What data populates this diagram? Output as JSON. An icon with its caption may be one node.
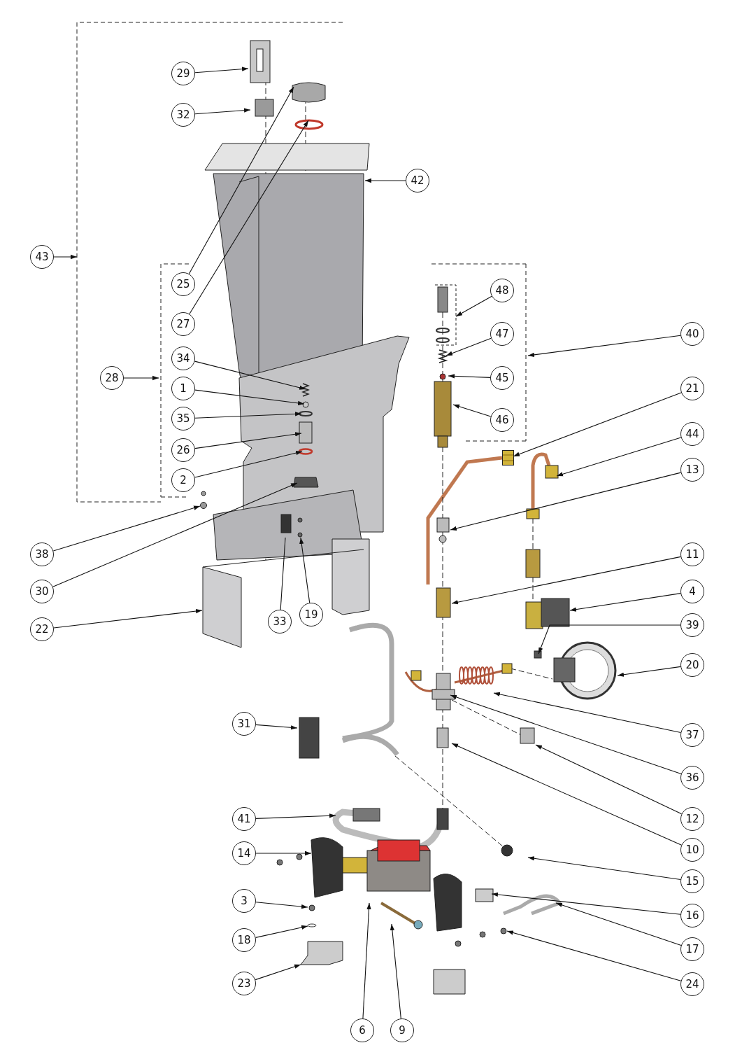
{
  "diagram": {
    "nodes": [
      {
        "text": [
          "29"
        ]
      },
      {
        "text": [
          "32"
        ]
      },
      {
        "text": [
          "42"
        ]
      },
      {
        "text": [
          "43"
        ]
      },
      {
        "text": [
          "25"
        ]
      },
      {
        "text": [
          "48"
        ]
      },
      {
        "text": [
          "27"
        ]
      },
      {
        "text": [
          "47"
        ]
      },
      {
        "text": [
          "40"
        ]
      },
      {
        "text": [
          "34"
        ]
      },
      {
        "text": [
          "28"
        ]
      },
      {
        "text": [
          "45"
        ]
      },
      {
        "text": [
          "1"
        ]
      },
      {
        "text": [
          "21"
        ]
      },
      {
        "text": [
          "35"
        ]
      },
      {
        "text": [
          "46"
        ]
      },
      {
        "text": [
          "44"
        ]
      },
      {
        "text": [
          "26"
        ]
      },
      {
        "text": [
          "13"
        ]
      },
      {
        "text": [
          "2"
        ]
      },
      {
        "text": [
          "38"
        ]
      },
      {
        "text": [
          "11"
        ]
      },
      {
        "text": [
          "30"
        ]
      },
      {
        "text": [
          "4"
        ]
      },
      {
        "text": [
          "19"
        ]
      },
      {
        "text": [
          "33"
        ]
      },
      {
        "text": [
          "39"
        ]
      },
      {
        "text": [
          "22"
        ]
      },
      {
        "text": [
          "20"
        ]
      },
      {
        "text": [
          "31"
        ]
      },
      {
        "text": [
          "37"
        ]
      },
      {
        "text": [
          "36"
        ]
      },
      {
        "text": [
          "41"
        ]
      },
      {
        "text": [
          "12"
        ]
      },
      {
        "text": [
          "10"
        ]
      },
      {
        "text": [
          "14"
        ]
      },
      {
        "text": [
          "15"
        ]
      },
      {
        "text": [
          "3"
        ]
      },
      {
        "text": [
          "16"
        ]
      },
      {
        "text": [
          "18"
        ]
      },
      {
        "text": [
          "17"
        ]
      },
      {
        "text": [
          "23"
        ]
      },
      {
        "text": [
          "24"
        ]
      },
      {
        "text": [
          "6"
        ]
      },
      {
        "text": [
          "9"
        ]
      },
      {
        "text": [],
        "shape": "circle"
      },
      {
        "text": [],
        "shape": "picture"
      },
      {
        "text": [],
        "shape": "bracket"
      },
      {
        "text": [],
        "shape": "bracket"
      }
    ],
    "edges": [
      {
        "from": 0,
        "to": null,
        "arrow": "to"
      },
      {
        "from": 1,
        "to": null,
        "arrow": "to"
      },
      {
        "from": 2,
        "to": null,
        "arrow": "to"
      },
      {
        "from": 3,
        "to": null,
        "arrow": "to"
      },
      {
        "from": 4,
        "to": null,
        "arrow": "to"
      },
      {
        "from": 5,
        "to": null,
        "arrow": "to"
      },
      {
        "from": 6,
        "to": null,
        "arrow": "to"
      },
      {
        "from": 7,
        "to": null,
        "arrow": "to"
      },
      {
        "from": 8,
        "to": 48,
        "arrow": "to"
      },
      {
        "from": 9,
        "to": null,
        "arrow": "to"
      },
      {
        "from": 10,
        "to": 47,
        "arrow": "to"
      },
      {
        "from": 11,
        "to": null,
        "arrow": "to"
      },
      {
        "from": 12,
        "to": null,
        "arrow": "to"
      },
      {
        "from": 13,
        "to": 46,
        "arrow": "to"
      },
      {
        "from": 14,
        "to": null,
        "arrow": "to"
      },
      {
        "from": 15,
        "to": null,
        "arrow": "to"
      },
      {
        "from": 16,
        "to": null,
        "arrow": "to"
      },
      {
        "from": 17,
        "to": null,
        "arrow": "to"
      },
      {
        "from": 18,
        "to": null,
        "arrow": "to"
      },
      {
        "from": 19,
        "to": null,
        "arrow": "to"
      },
      {
        "from": 20,
        "to": 45,
        "arrow": "to"
      },
      {
        "from": 21,
        "to": null,
        "arrow": "to"
      },
      {
        "from": 22,
        "to": null,
        "arrow": "to"
      },
      {
        "from": 23,
        "to": null,
        "arrow": "to"
      },
      {
        "from": 24,
        "to": null,
        "arrow": "to"
      },
      {
        "from": 25,
        "to": null,
        "arrow": "none"
      },
      {
        "from": 26,
        "to": null,
        "arrow": "to"
      },
      {
        "from": 27,
        "to": null,
        "arrow": "to"
      },
      {
        "from": 28,
        "to": null,
        "arrow": "to"
      },
      {
        "from": 29,
        "to": null,
        "arrow": "to"
      },
      {
        "from": 30,
        "to": null,
        "arrow": "to"
      },
      {
        "from": 31,
        "to": null,
        "arrow": "to"
      },
      {
        "from": 32,
        "to": null,
        "arrow": "to"
      },
      {
        "from": 33,
        "to": null,
        "arrow": "to"
      },
      {
        "from": 34,
        "to": null,
        "arrow": "to"
      },
      {
        "from": 35,
        "to": null,
        "arrow": "to"
      },
      {
        "from": 36,
        "to": null,
        "arrow": "to"
      },
      {
        "from": 37,
        "to": null,
        "arrow": "to"
      },
      {
        "from": 38,
        "to": null,
        "arrow": "to"
      },
      {
        "from": 39,
        "to": null,
        "arrow": "to"
      },
      {
        "from": 40,
        "to": null,
        "arrow": "to"
      },
      {
        "from": 41,
        "to": null,
        "arrow": "to"
      },
      {
        "from": 42,
        "to": null,
        "arrow": "to"
      },
      {
        "from": 43,
        "to": null,
        "arrow": "to"
      },
      {
        "from": 44,
        "to": null,
        "arrow": "to"
      }
    ]
  }
}
